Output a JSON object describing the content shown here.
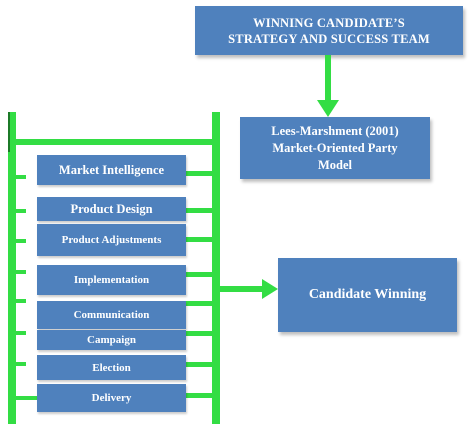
{
  "top_box": {
    "line1": "WINNING CANDIDATE’S",
    "line2": "STRATEGY AND SUCCESS TEAM"
  },
  "model_box": {
    "line1": "Lees-Marshment (2001)",
    "line2": "Market-Oriented  Party",
    "line3": "Model"
  },
  "outcome_box": {
    "label": "Candidate Winning"
  },
  "steps": [
    "Market Intelligence",
    "Product Design",
    "Product Adjustments",
    "Implementation",
    "Communication",
    "Campaign",
    "Election",
    "Delivery"
  ],
  "colors": {
    "box_fill": "#4f81bd",
    "ladder_green": "#33dd44"
  }
}
